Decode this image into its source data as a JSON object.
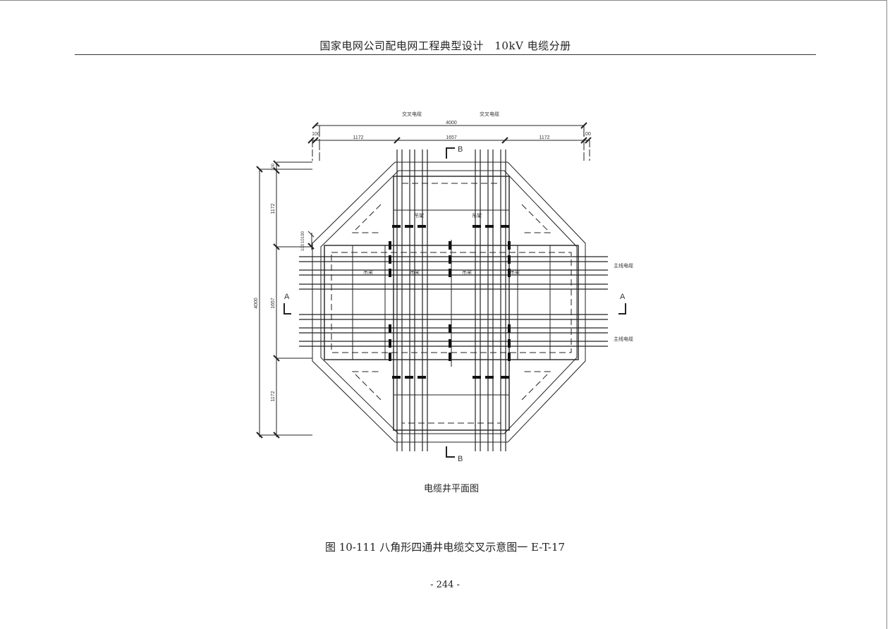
{
  "header": {
    "title": "国家电网公司配电网工程典型设计　10kV 电缆分册"
  },
  "drawing": {
    "cross_cable_label": "交叉电缆",
    "main_cable_label": "主线电缆",
    "hanger_label": "吊架",
    "section_a": "A",
    "section_b": "B",
    "dims": {
      "total": "4000",
      "side": "1172",
      "middle": "1657",
      "wall": "100",
      "small_a": "10",
      "small_b": "190"
    },
    "plan_title": "电缆井平面图"
  },
  "caption": "图 10-111 八角形四通井电缆交叉示意图一 E-T-17",
  "page_number": "- 244 -"
}
